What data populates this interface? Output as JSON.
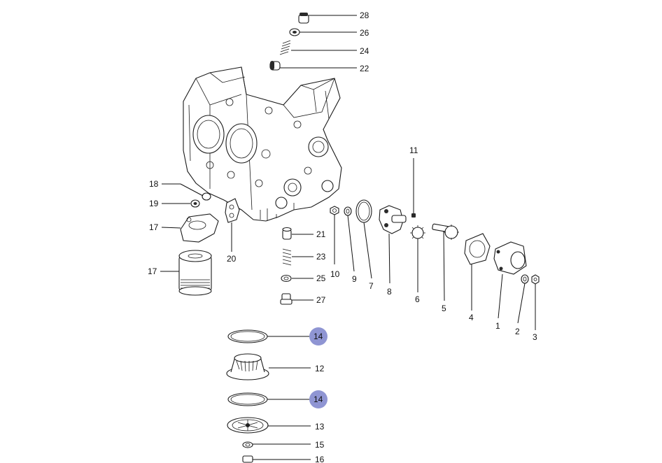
{
  "diagram": {
    "parts": [
      {
        "id": "p1",
        "number": "1",
        "highlighted": false
      },
      {
        "id": "p2",
        "number": "2",
        "highlighted": false
      },
      {
        "id": "p3",
        "number": "3",
        "highlighted": false
      },
      {
        "id": "p4",
        "number": "4",
        "highlighted": false
      },
      {
        "id": "p5",
        "number": "5",
        "highlighted": false
      },
      {
        "id": "p6",
        "number": "6",
        "highlighted": false
      },
      {
        "id": "p7",
        "number": "7",
        "highlighted": false
      },
      {
        "id": "p8",
        "number": "8",
        "highlighted": false
      },
      {
        "id": "p9",
        "number": "9",
        "highlighted": false
      },
      {
        "id": "p10",
        "number": "10",
        "highlighted": false
      },
      {
        "id": "p11",
        "number": "11",
        "highlighted": false
      },
      {
        "id": "p12",
        "number": "12",
        "highlighted": false
      },
      {
        "id": "p13",
        "number": "13",
        "highlighted": false
      },
      {
        "id": "p14a",
        "number": "14",
        "highlighted": true
      },
      {
        "id": "p14b",
        "number": "14",
        "highlighted": true
      },
      {
        "id": "p15",
        "number": "15",
        "highlighted": false
      },
      {
        "id": "p16",
        "number": "16",
        "highlighted": false
      },
      {
        "id": "p17",
        "number": "17",
        "highlighted": false
      },
      {
        "id": "p18",
        "number": "18",
        "highlighted": false
      },
      {
        "id": "p19",
        "number": "19",
        "highlighted": false
      },
      {
        "id": "p20",
        "number": "20",
        "highlighted": false
      },
      {
        "id": "p21",
        "number": "21",
        "highlighted": false
      },
      {
        "id": "p22",
        "number": "22",
        "highlighted": false
      },
      {
        "id": "p23",
        "number": "23",
        "highlighted": false
      },
      {
        "id": "p24",
        "number": "24",
        "highlighted": false
      },
      {
        "id": "p25",
        "number": "25",
        "highlighted": false
      },
      {
        "id": "p26",
        "number": "26",
        "highlighted": false
      },
      {
        "id": "p27",
        "number": "27",
        "highlighted": false
      },
      {
        "id": "p28",
        "number": "28",
        "highlighted": false
      },
      {
        "id": "p29",
        "number": "29",
        "highlighted": false
      }
    ],
    "colors": {
      "highlight": "#8f95d3",
      "ink": "#1a1a1a",
      "background": "#ffffff"
    }
  }
}
